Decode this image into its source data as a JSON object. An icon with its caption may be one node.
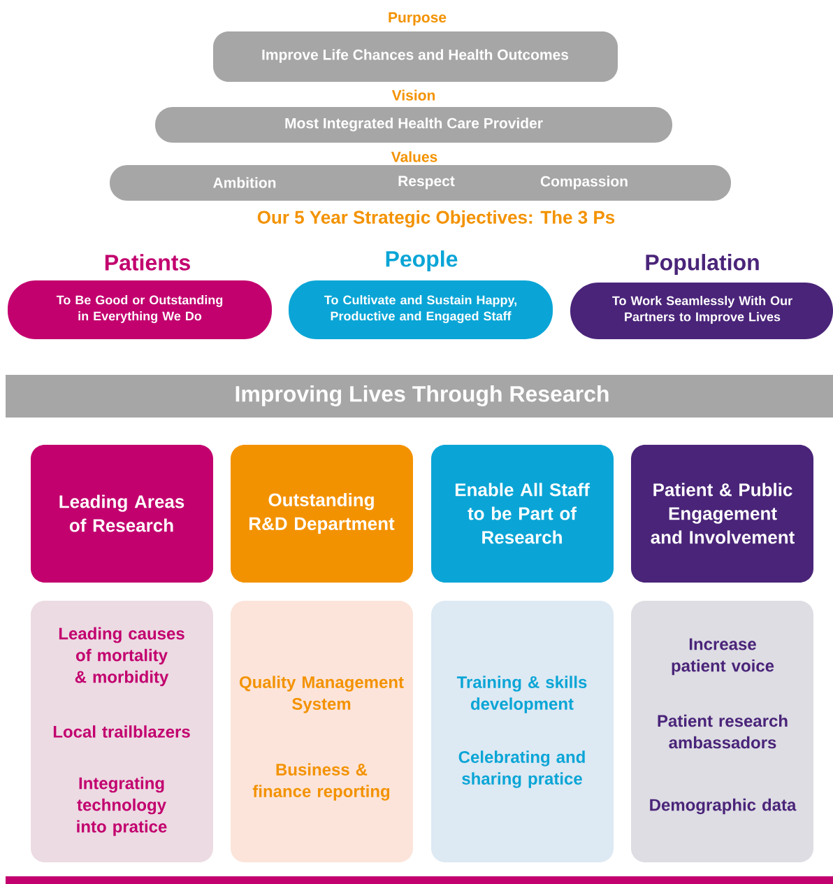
{
  "diagram": {
    "nodes": [
      {
        "text": [
          "Purpose",
          "Improve Life Chances and Health Outcomes"
        ]
      },
      {
        "text": [
          "Vision",
          "Most Integrated Health Care Provider"
        ]
      },
      {
        "text": [
          "Values",
          "Ambition",
          "Respect",
          "Compassion"
        ]
      },
      {
        "text": [
          "Patients",
          "To Be Good or Outstanding in Everything We Do"
        ]
      },
      {
        "text": [
          "People",
          "To Cultivate and Sustain Happy, Productive and Engaged Staff"
        ]
      },
      {
        "text": [
          "Population",
          "To Work Seamlessly With Our Partners to Improve Lives"
        ]
      },
      {
        "text": [
          "Improving Lives Through Research"
        ]
      },
      {
        "text": [
          "Leading Areas of Research"
        ]
      },
      {
        "text": [
          "Outstanding R&D Department"
        ]
      },
      {
        "text": [
          "Enable All Staff to be Part of Research"
        ]
      },
      {
        "text": [
          "Patient & Public Engagement and Involvement"
        ]
      },
      {
        "text": [
          "Leading causes of mortality & morbidity",
          "Local trailblazers",
          "Integrating technology into pratice"
        ]
      },
      {
        "text": [
          "Quality Management System",
          "Business & finance reporting"
        ]
      },
      {
        "text": [
          "Training & skills development",
          "Celebrating and sharing pratice"
        ]
      },
      {
        "text": [
          "Increase patient voice",
          "Patient research ambassadors",
          "Demographic data"
        ]
      }
    ],
    "edges": [],
    "labels": [
      "Our 5 Year Strategic Objectives: The 3 Ps"
    ]
  }
}
